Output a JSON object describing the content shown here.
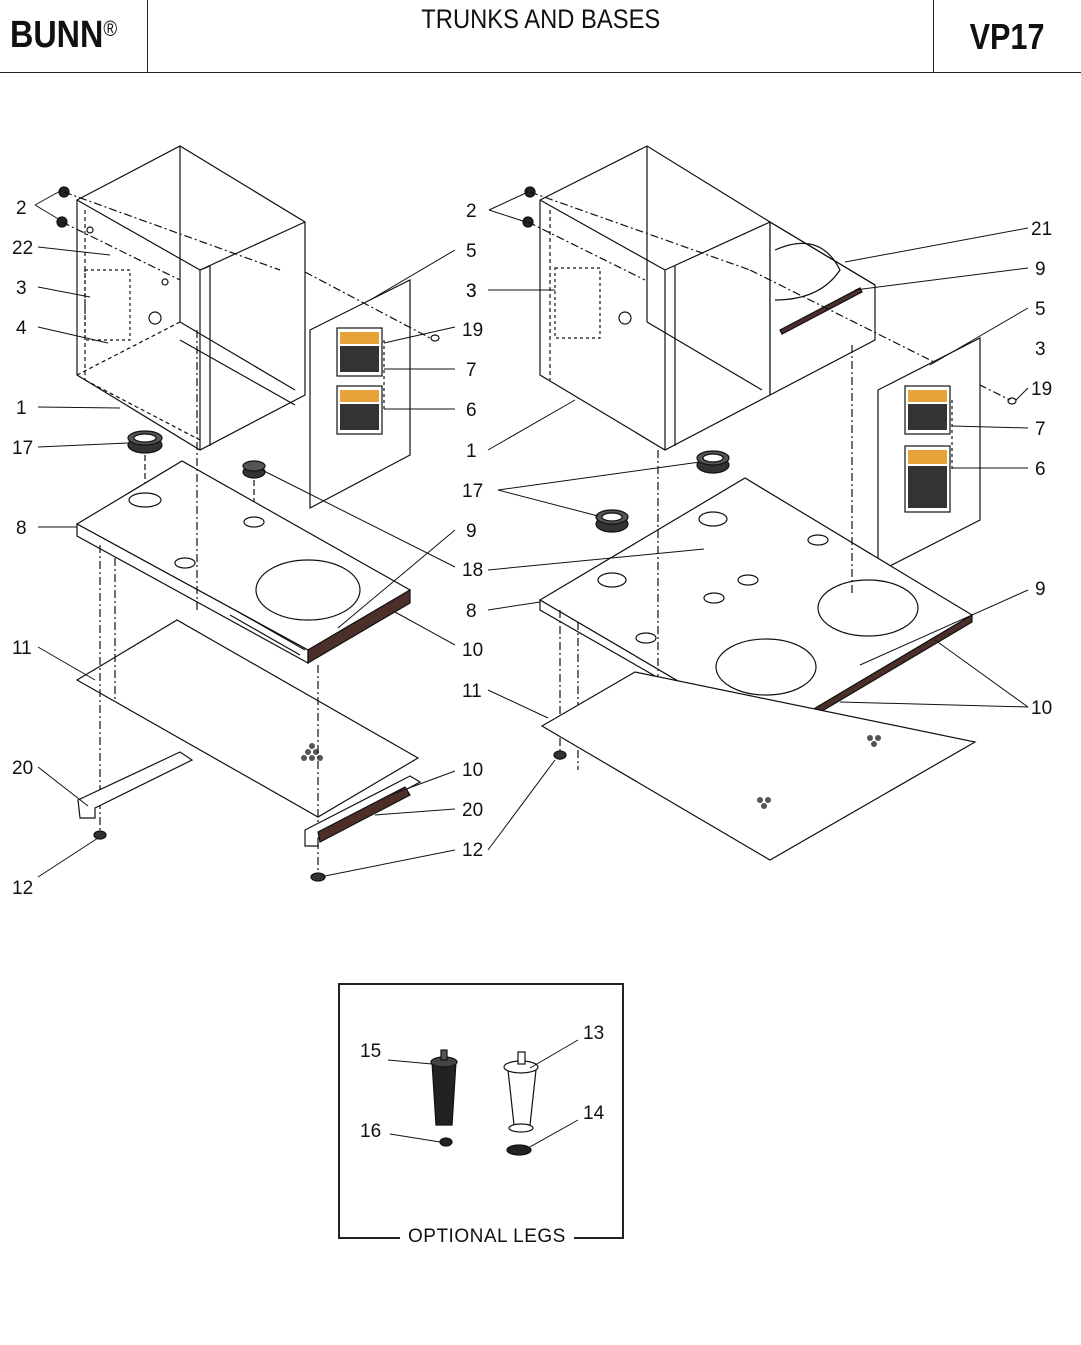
{
  "header": {
    "brand": "BUNN",
    "brand_mark": "®",
    "title": "TRUNKS AND BASES",
    "code": "VP17"
  },
  "left_assembly": {
    "callouts": [
      "2",
      "22",
      "3",
      "4",
      "1",
      "17",
      "8",
      "11",
      "20",
      "12",
      "5",
      "3",
      "19",
      "7",
      "6",
      "9",
      "18",
      "10",
      "10",
      "20",
      "12"
    ]
  },
  "right_assembly": {
    "callouts": [
      "2",
      "3",
      "1",
      "17",
      "8",
      "11",
      "21",
      "9",
      "5",
      "3",
      "19",
      "7",
      "6",
      "9",
      "10"
    ]
  },
  "optional_legs": {
    "caption": "OPTIONAL LEGS",
    "callouts": [
      "15",
      "16",
      "13",
      "14"
    ]
  },
  "icons": [
    "warning-label-icon",
    "hex-nut-icon",
    "grommet-icon",
    "leveling-foot-icon",
    "screw-icon",
    "vent-grille-icon"
  ],
  "colors": {
    "line": "#111111",
    "label_orange": "#e8a23a",
    "grille": "#5a3a30"
  }
}
